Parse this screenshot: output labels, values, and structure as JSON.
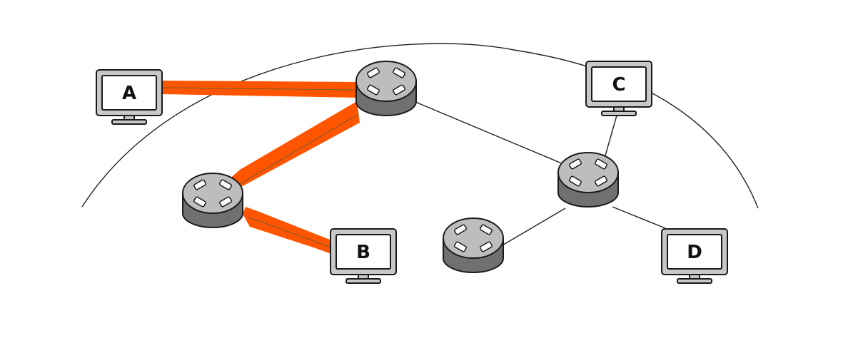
{
  "hosts": {
    "a": {
      "label": "A"
    },
    "b": {
      "label": "B"
    },
    "c": {
      "label": "C"
    },
    "d": {
      "label": "D"
    }
  },
  "colors": {
    "highlight_path": "#ff5500",
    "highlight_core": "#8a5a2a",
    "router_top": "#bdbdbd",
    "router_side": "#707070",
    "monitor_frame": "#c8c8c8",
    "monitor_screen": "#ffffff",
    "line": "#222222"
  },
  "icons": {
    "host": "computer-monitor-icon",
    "router": "router-icon"
  }
}
